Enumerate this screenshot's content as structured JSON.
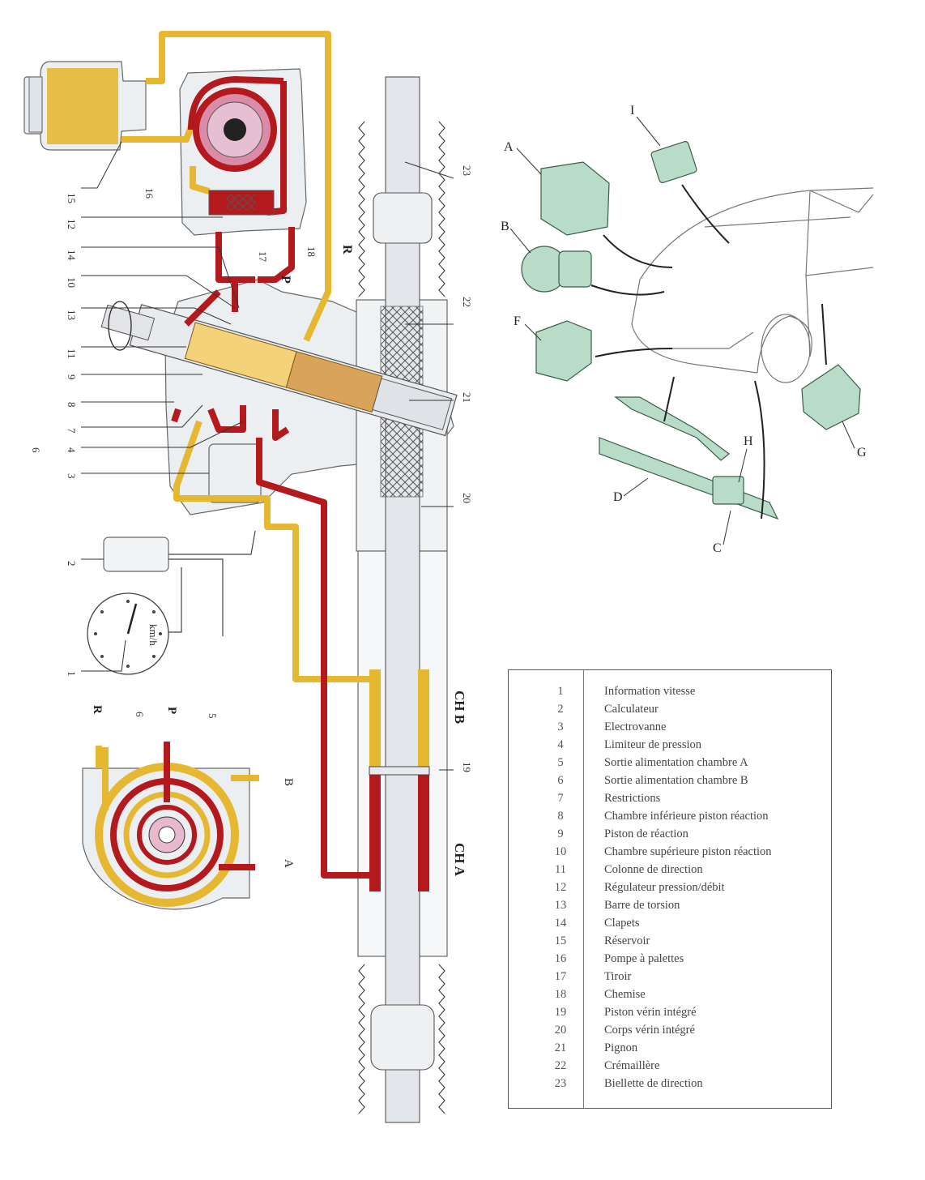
{
  "pipe_labels": {
    "P": "P",
    "R": "R"
  },
  "callouts": [
    "15",
    "16",
    "12",
    "14",
    "10",
    "13",
    "11",
    "9",
    "8",
    "7",
    "6",
    "4",
    "3",
    "2",
    "1",
    "17",
    "18",
    "22",
    "21",
    "20",
    "23",
    "19"
  ],
  "chamber_labels": {
    "chb": "CH B",
    "cha": "CH A"
  },
  "speedometer_unit": "km/h",
  "valve_detail_labels": {
    "R": "R",
    "six": "6",
    "P": "P",
    "five": "5",
    "B": "B",
    "A": "A"
  },
  "component_labels": [
    "A",
    "I",
    "B",
    "F",
    "H",
    "D",
    "C",
    "G"
  ],
  "legend": [
    {
      "num": "1",
      "text": "Information vitesse"
    },
    {
      "num": "2",
      "text": "Calculateur"
    },
    {
      "num": "3",
      "text": "Electrovanne"
    },
    {
      "num": "4",
      "text": "Limiteur de pression"
    },
    {
      "num": "5",
      "text": "Sortie alimentation chambre A"
    },
    {
      "num": "6",
      "text": "Sortie alimentation chambre B"
    },
    {
      "num": "7",
      "text": "Restrictions"
    },
    {
      "num": "8",
      "text": "Chambre inférieure piston réaction"
    },
    {
      "num": "9",
      "text": "Piston de réaction"
    },
    {
      "num": "10",
      "text": "Chambre supérieure piston réaction"
    },
    {
      "num": "11",
      "text": "Colonne de direction"
    },
    {
      "num": "12",
      "text": "Régulateur pression/débit"
    },
    {
      "num": "13",
      "text": "Barre de torsion"
    },
    {
      "num": "14",
      "text": "Clapets"
    },
    {
      "num": "15",
      "text": "Réservoir"
    },
    {
      "num": "16",
      "text": "Pompe à palettes"
    },
    {
      "num": "17",
      "text": "Tiroir"
    },
    {
      "num": "18",
      "text": "Chemise"
    },
    {
      "num": "19",
      "text": "Piston vérin intégré"
    },
    {
      "num": "20",
      "text": "Corps vérin intégré"
    },
    {
      "num": "21",
      "text": "Pignon"
    },
    {
      "num": "22",
      "text": "Crémaillère"
    },
    {
      "num": "23",
      "text": "Biellette de direction"
    }
  ],
  "colors": {
    "pressure_red": "#b3191d",
    "return_yellow": "#e6b832",
    "part_green": "#b8dcc8",
    "housing_gray": "#eceff2"
  }
}
